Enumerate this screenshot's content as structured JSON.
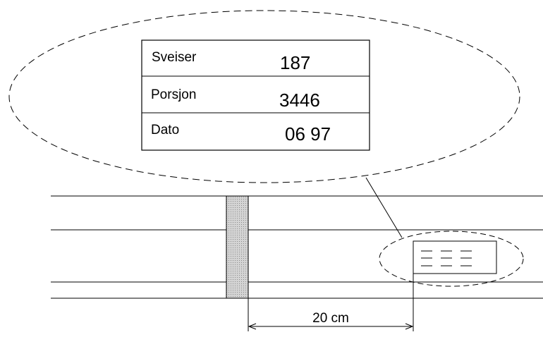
{
  "label_table": {
    "rows": [
      {
        "label": "Sveiser",
        "value": "187"
      },
      {
        "label": "Porsjon",
        "value": "3446"
      },
      {
        "label": "Dato",
        "value": "06 97"
      }
    ]
  },
  "dimension": {
    "text": "20 cm"
  },
  "colors": {
    "line": "#000000",
    "weld_seam": "#c8c8c8",
    "background": "#ffffff"
  }
}
